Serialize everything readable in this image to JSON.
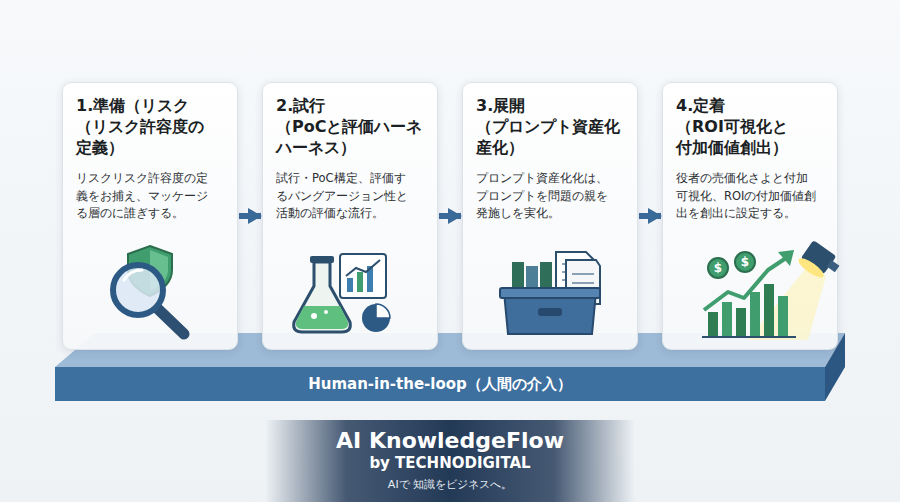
{
  "diagram": {
    "nodes": [
      {
        "text": [
          "1.準備（リスク （リスク許容度の 定義）",
          "リスクリスク許容度の定 義をお捕え、マッケージ る層のに誰ぎする。"
        ]
      },
      {
        "text": [
          "2.試行 （PoCと評価ハーネ ハーネス）",
          "試行・PoC構定、評価す るバングアージョン性と 活動の評価な流行。"
        ]
      },
      {
        "text": [
          "3.展開 （プロンプト資産化 産化）",
          "プロンプト資産化化は、 プロンプトを問題の親を 発施しを実化。"
        ]
      },
      {
        "text": [
          "4.定着 （ROI可視化と 付加価値創出）",
          "役者の売価化さよと付加 可視化、ROIの付加価値創 出を創出に設定する。"
        ]
      },
      {
        "text": [
          "Human-in-the-loop（人間の介入）"
        ]
      },
      {
        "text": [
          "AI KnowledgeFlow",
          "by TECHNODIGITAL",
          "AIで 知識をビジネスへ。"
        ]
      }
    ],
    "edges": [
      {
        "from": 0,
        "to": 1,
        "arrow": "to"
      },
      {
        "from": 1,
        "to": 2,
        "arrow": "to"
      },
      {
        "from": 2,
        "to": 3,
        "arrow": "to"
      }
    ],
    "labels": [
      "$",
      "$"
    ]
  }
}
